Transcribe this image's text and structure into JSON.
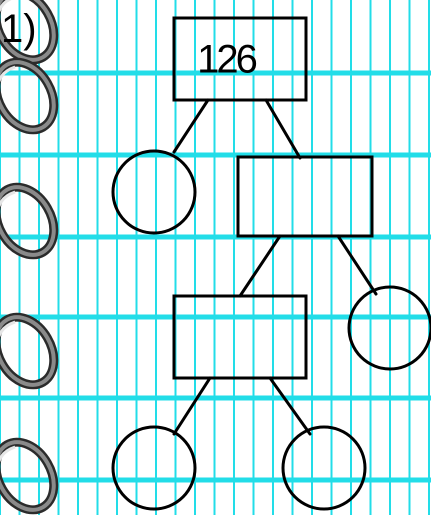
{
  "problem": {
    "number_label": "1)"
  },
  "tree": {
    "root_value": "126",
    "nodes": [
      {
        "id": "root",
        "shape": "rectangle",
        "value": "126"
      },
      {
        "id": "left-circle-1",
        "shape": "circle",
        "value": ""
      },
      {
        "id": "right-box-1",
        "shape": "rectangle",
        "value": ""
      },
      {
        "id": "right-circle-2",
        "shape": "circle",
        "value": ""
      },
      {
        "id": "left-box-2",
        "shape": "rectangle",
        "value": ""
      },
      {
        "id": "left-circle-3",
        "shape": "circle",
        "value": ""
      },
      {
        "id": "right-circle-3",
        "shape": "circle",
        "value": ""
      }
    ],
    "edges": [
      [
        "root",
        "left-circle-1"
      ],
      [
        "root",
        "right-box-1"
      ],
      [
        "right-box-1",
        "left-box-2"
      ],
      [
        "right-box-1",
        "right-circle-2"
      ],
      [
        "left-box-2",
        "left-circle-3"
      ],
      [
        "left-box-2",
        "right-circle-3"
      ]
    ]
  },
  "colors": {
    "grid_line": "#22dde8",
    "ink": "#000000",
    "paper": "#ffffff",
    "binding_dark": "#2b2b2b",
    "binding_mid": "#8a8a8a",
    "binding_light": "#e6e6e6"
  }
}
